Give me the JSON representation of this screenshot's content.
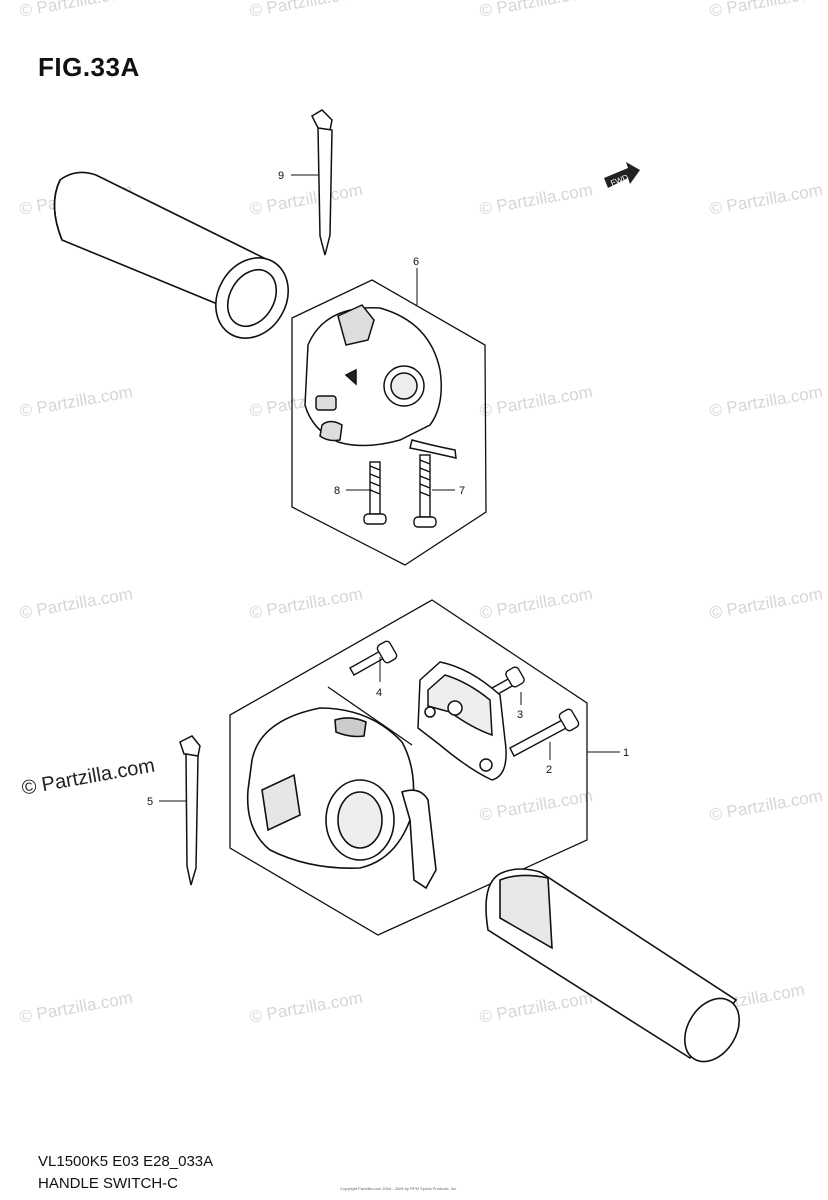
{
  "figure": {
    "title": "FIG.33A",
    "model_code": "VL1500K5 E03 E28_033A",
    "caption": "HANDLE SWITCH-C",
    "copyright_line": "Copyright Partzilla.com 2004 - 2005 by RPM Sports Products, Inc.",
    "fwd_label": "FWD"
  },
  "watermark": {
    "text": "© Partzilla.com",
    "prominent": "© Partzilla.com"
  },
  "callouts": [
    {
      "id": "callout-1",
      "number": "1"
    },
    {
      "id": "callout-2",
      "number": "2"
    },
    {
      "id": "callout-3",
      "number": "3"
    },
    {
      "id": "callout-4",
      "number": "4"
    },
    {
      "id": "callout-5",
      "number": "5"
    },
    {
      "id": "callout-6",
      "number": "6"
    },
    {
      "id": "callout-7",
      "number": "7"
    },
    {
      "id": "callout-8",
      "number": "8"
    },
    {
      "id": "callout-9",
      "number": "9"
    }
  ]
}
